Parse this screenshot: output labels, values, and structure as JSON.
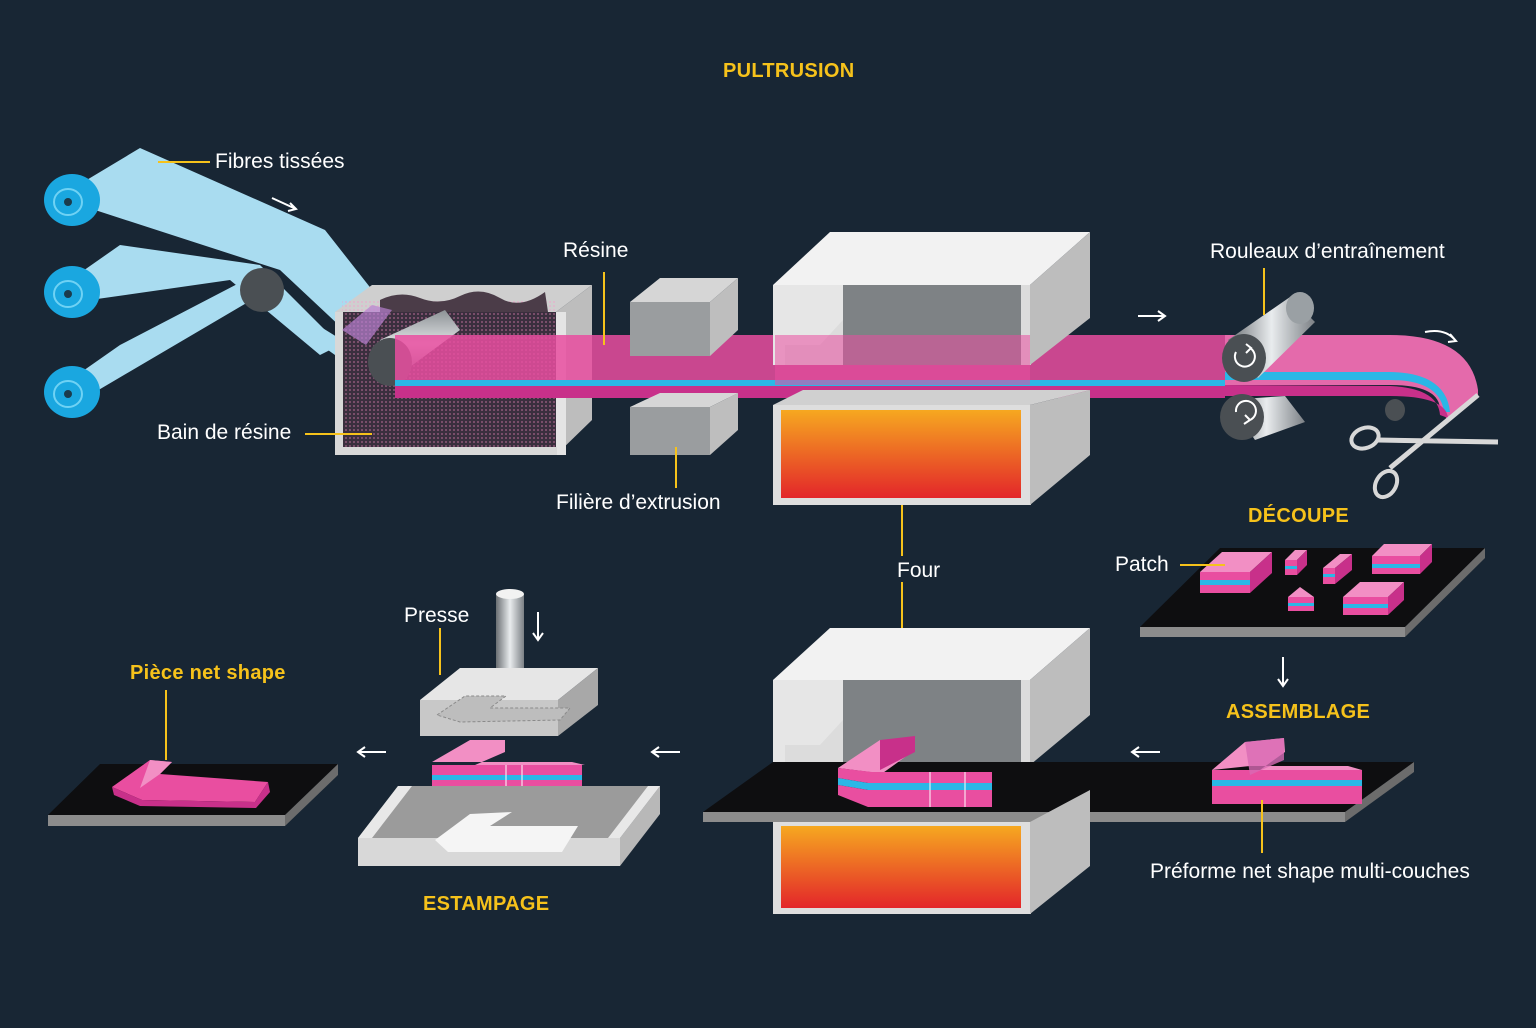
{
  "titles": {
    "pultrusion": "PULTRUSION",
    "decoupe": "DÉCOUPE",
    "assemblage": "ASSEMBLAGE",
    "estampage": "ESTAMPAGE",
    "piece": "Pièce net shape"
  },
  "labels": {
    "fibres": "Fibres tissées",
    "resine": "Résine",
    "bain": "Bain de résine",
    "filiere": "Filière d’extrusion",
    "rouleaux": "Rouleaux d’entraînement",
    "four": "Four",
    "patch": "Patch",
    "presse": "Presse",
    "preforme": "Préforme net shape multi-couches"
  },
  "colors": {
    "background": "#182634",
    "title": "#f6c21b",
    "label": "#ffffff",
    "fiber": "#a9dcf0",
    "roll": "#1aa7e0",
    "pink": "#e94ea0",
    "cyan": "#2bb7e6"
  },
  "icons": [
    "scissors-icon",
    "rotate-arrow-icon",
    "flow-arrow-icon"
  ]
}
